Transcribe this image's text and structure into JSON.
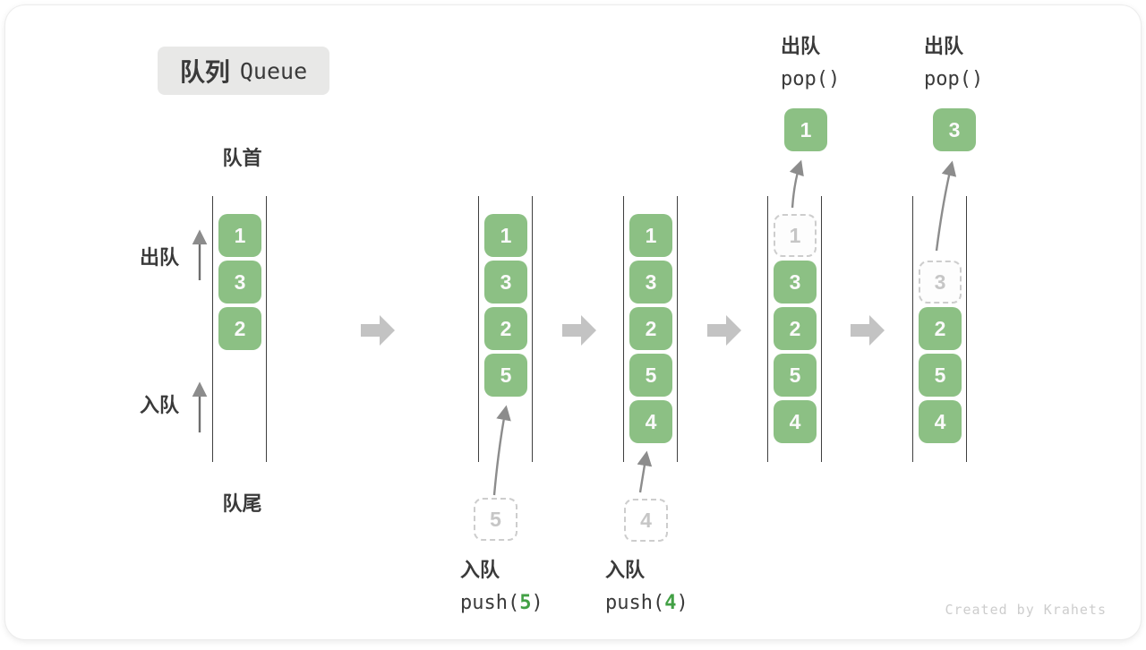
{
  "title": {
    "zh": "队列",
    "en": "Queue"
  },
  "queue_labels": {
    "front": "队首",
    "rear": "队尾",
    "dequeue_side": "出队",
    "enqueue_side": "入队"
  },
  "states": [
    {
      "boxes": [
        "1",
        "3",
        "2"
      ]
    },
    {
      "boxes": [
        "1",
        "3",
        "2",
        "5"
      ],
      "incoming": "5",
      "op": {
        "name": "入队",
        "fn": "push(",
        "arg": "5",
        "close": ")"
      }
    },
    {
      "boxes": [
        "1",
        "3",
        "2",
        "5",
        "4"
      ],
      "incoming": "4",
      "op": {
        "name": "入队",
        "fn": "push(",
        "arg": "4",
        "close": ")"
      }
    },
    {
      "ghost": "1",
      "boxes": [
        "3",
        "2",
        "5",
        "4"
      ],
      "popped": "1",
      "op": {
        "name": "出队",
        "fn": "pop()"
      }
    },
    {
      "ghost": "3",
      "boxes": [
        "2",
        "5",
        "4"
      ],
      "popped": "3",
      "op": {
        "name": "出队",
        "fn": "pop()"
      }
    }
  ],
  "watermark": "Created by Krahets",
  "colors": {
    "item_green": "#8cc084",
    "item_text": "#fafafa",
    "code_arg_green": "#42a045",
    "ghost_gray": "#cdcdcd",
    "block_arrow_gray": "#c3c3c3",
    "thin_arrow_gray": "#8c8c8c",
    "label_dark": "#3a3a3a",
    "badge_bg": "#e8e8e7"
  }
}
